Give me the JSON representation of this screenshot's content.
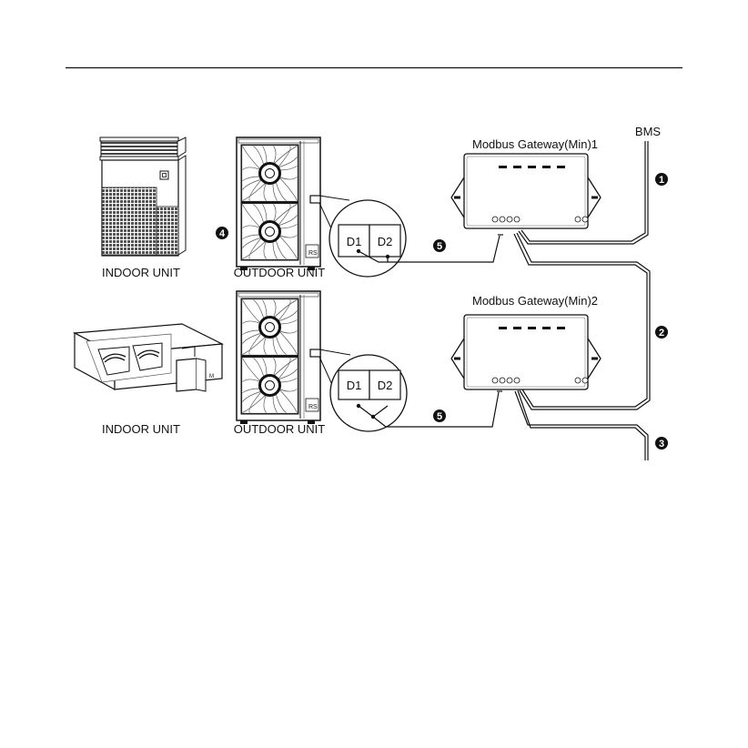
{
  "labels": {
    "bms": "BMS",
    "gateway_1": "Modbus Gateway(Min)1",
    "gateway_2": "Modbus Gateway(Min)2",
    "indoor_unit_1": "INDOOR UNIT",
    "outdoor_unit_1": "OUTDOOR UNIT",
    "indoor_unit_2": "INDOOR UNIT",
    "outdoor_unit_2": "OUTDOOR UNIT"
  },
  "terminals": {
    "top_d1": "D1",
    "top_d2": "D2",
    "bottom_d1": "D1",
    "bottom_d2": "D2"
  },
  "markers": {
    "m1": "1",
    "m2": "2",
    "m3": "3",
    "m4": "4",
    "m5_top": "5",
    "m5_bottom": "5"
  }
}
